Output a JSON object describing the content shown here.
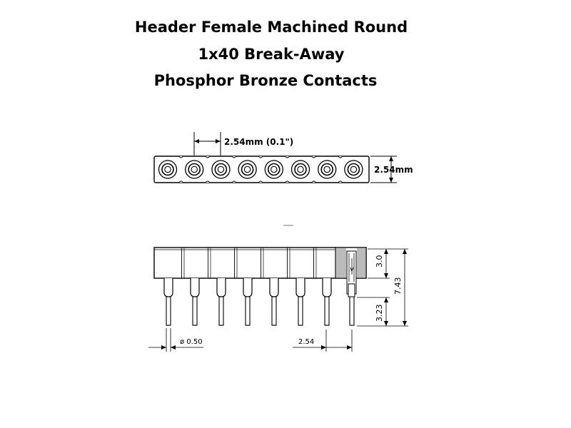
{
  "title": {
    "line1": "Header Female Machined Round",
    "line2": "1x40 Break-Away",
    "line3": "Phosphor Bronze Contacts"
  },
  "top_view": {
    "pitch_label": "2.54mm (0.1\")",
    "width_label": "2.54mm",
    "hole_count": 8
  },
  "side_view": {
    "pin_diameter_label": "ø 0.50",
    "pitch_label": "2.54",
    "body_height_label": "3.0",
    "total_height_label": "7.43",
    "tail_length_label": "3.23",
    "pin_count": 8
  }
}
